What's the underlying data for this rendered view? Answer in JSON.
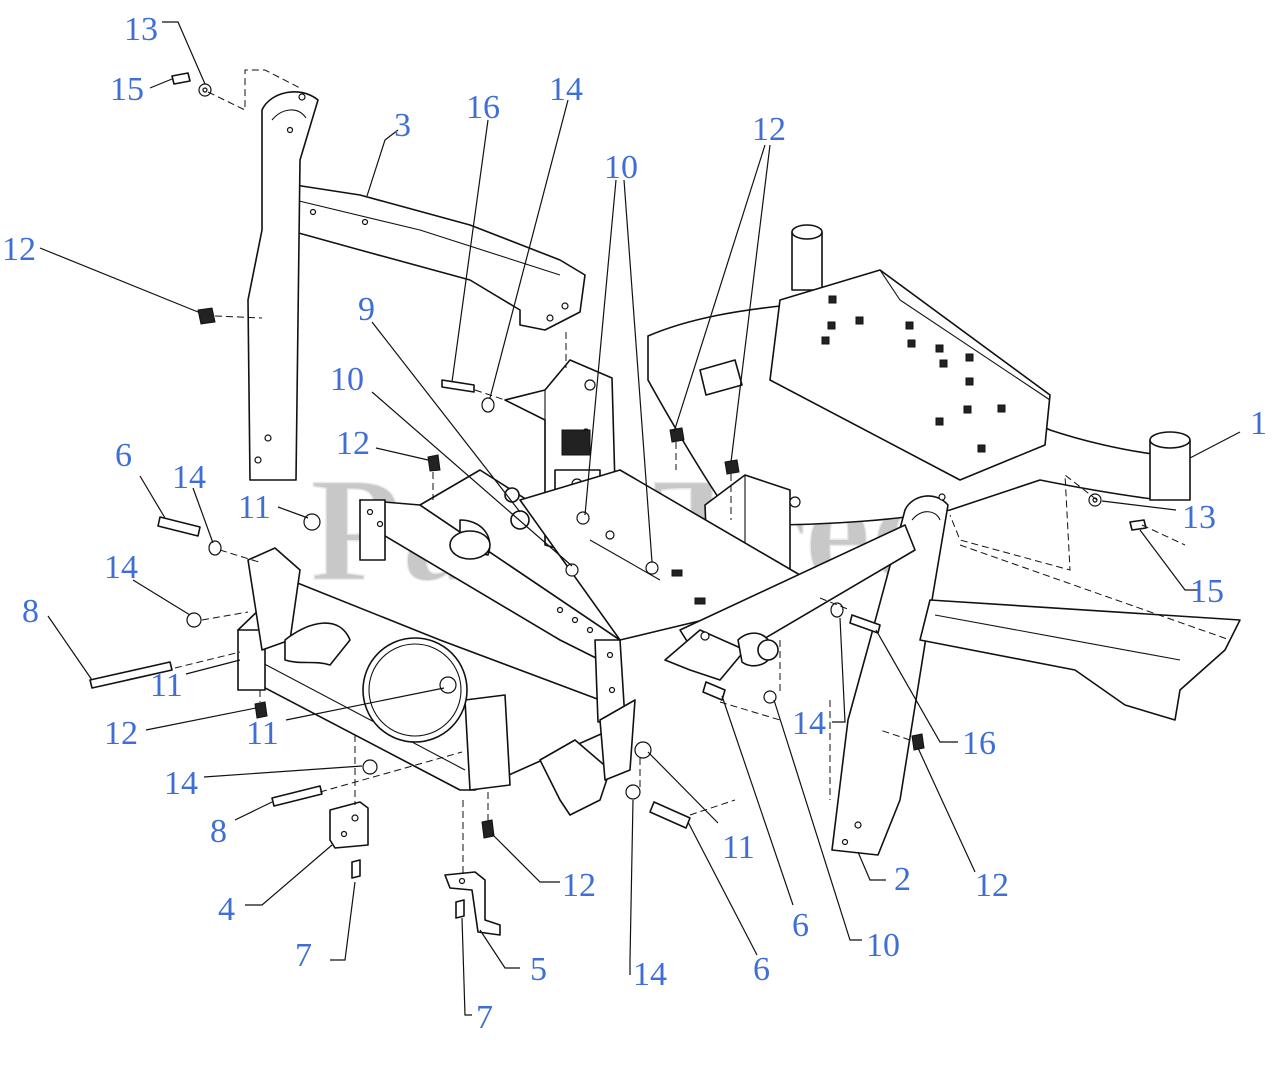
{
  "diagram": {
    "callout_color": "#3f6fd6",
    "line_color": "#111111",
    "callouts": [
      {
        "id": "c01",
        "label": "13"
      },
      {
        "id": "c02",
        "label": "15"
      },
      {
        "id": "c03",
        "label": "3"
      },
      {
        "id": "c04",
        "label": "16"
      },
      {
        "id": "c05",
        "label": "14"
      },
      {
        "id": "c06",
        "label": "12"
      },
      {
        "id": "c07",
        "label": "10"
      },
      {
        "id": "c08",
        "label": "12"
      },
      {
        "id": "c09",
        "label": "9"
      },
      {
        "id": "c10",
        "label": "10"
      },
      {
        "id": "c11",
        "label": "12"
      },
      {
        "id": "c12",
        "label": "1"
      },
      {
        "id": "c13",
        "label": "6"
      },
      {
        "id": "c14",
        "label": "14"
      },
      {
        "id": "c15",
        "label": "11"
      },
      {
        "id": "c16",
        "label": "14"
      },
      {
        "id": "c17",
        "label": "13"
      },
      {
        "id": "c18",
        "label": "15"
      },
      {
        "id": "c19",
        "label": "8"
      },
      {
        "id": "c20",
        "label": "11"
      },
      {
        "id": "c21",
        "label": "12"
      },
      {
        "id": "c22",
        "label": "11"
      },
      {
        "id": "c23",
        "label": "14"
      },
      {
        "id": "c24",
        "label": "16"
      },
      {
        "id": "c25",
        "label": "14"
      },
      {
        "id": "c26",
        "label": "8"
      },
      {
        "id": "c27",
        "label": "11"
      },
      {
        "id": "c28",
        "label": "4"
      },
      {
        "id": "c29",
        "label": "12"
      },
      {
        "id": "c30",
        "label": "2"
      },
      {
        "id": "c31",
        "label": "12"
      },
      {
        "id": "c32",
        "label": "6"
      },
      {
        "id": "c33",
        "label": "7"
      },
      {
        "id": "c34",
        "label": "10"
      },
      {
        "id": "c35",
        "label": "5"
      },
      {
        "id": "c36",
        "label": "14"
      },
      {
        "id": "c37",
        "label": "6"
      },
      {
        "id": "c38",
        "label": "7"
      }
    ],
    "watermark": {
      "text": "PartsTree"
    }
  }
}
